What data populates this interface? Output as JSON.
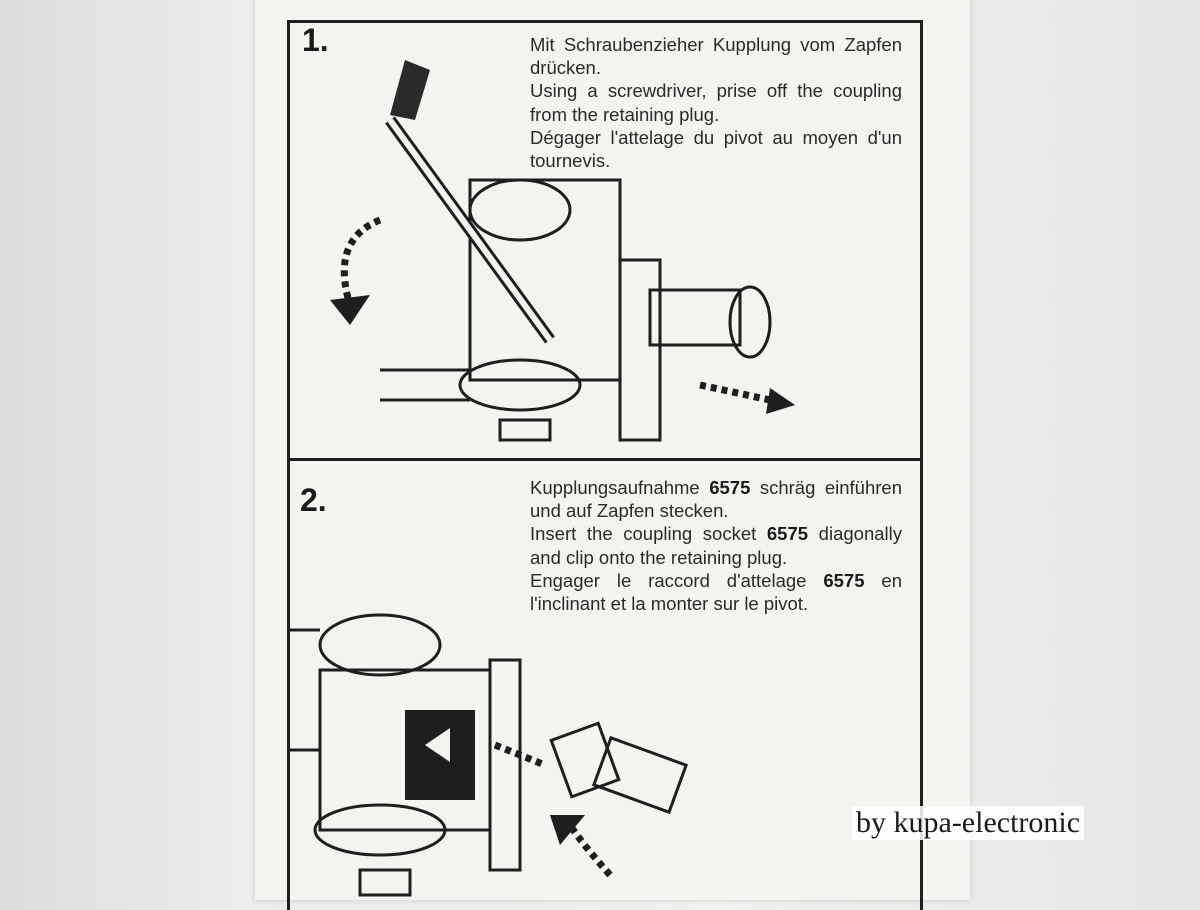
{
  "steps": [
    {
      "number": "1.",
      "lines": [
        "Mit Schraubenzieher Kupplung vom Zapfen drücken.",
        "Using a screwdriver, prise off the coupling from the retaining plug.",
        "Dégager l'attelage du pivot au moyen d'un tournevis."
      ]
    },
    {
      "number": "2.",
      "de_a": "Kupplungsaufnahme ",
      "de_b": " schräg einführen und auf Zapfen stecken.",
      "en_a": "Insert the coupling socket ",
      "en_b": " diagonally and clip onto the retaining plug.",
      "fr_a": "Engager le raccord d'attelage ",
      "fr_b": " en l'inclinant et la monter sur le pivot.",
      "part_number": "6575"
    }
  ],
  "watermark": "by kupa-electronic",
  "colors": {
    "ink": "#1e1e1e",
    "paper": "#f4f3ef"
  }
}
